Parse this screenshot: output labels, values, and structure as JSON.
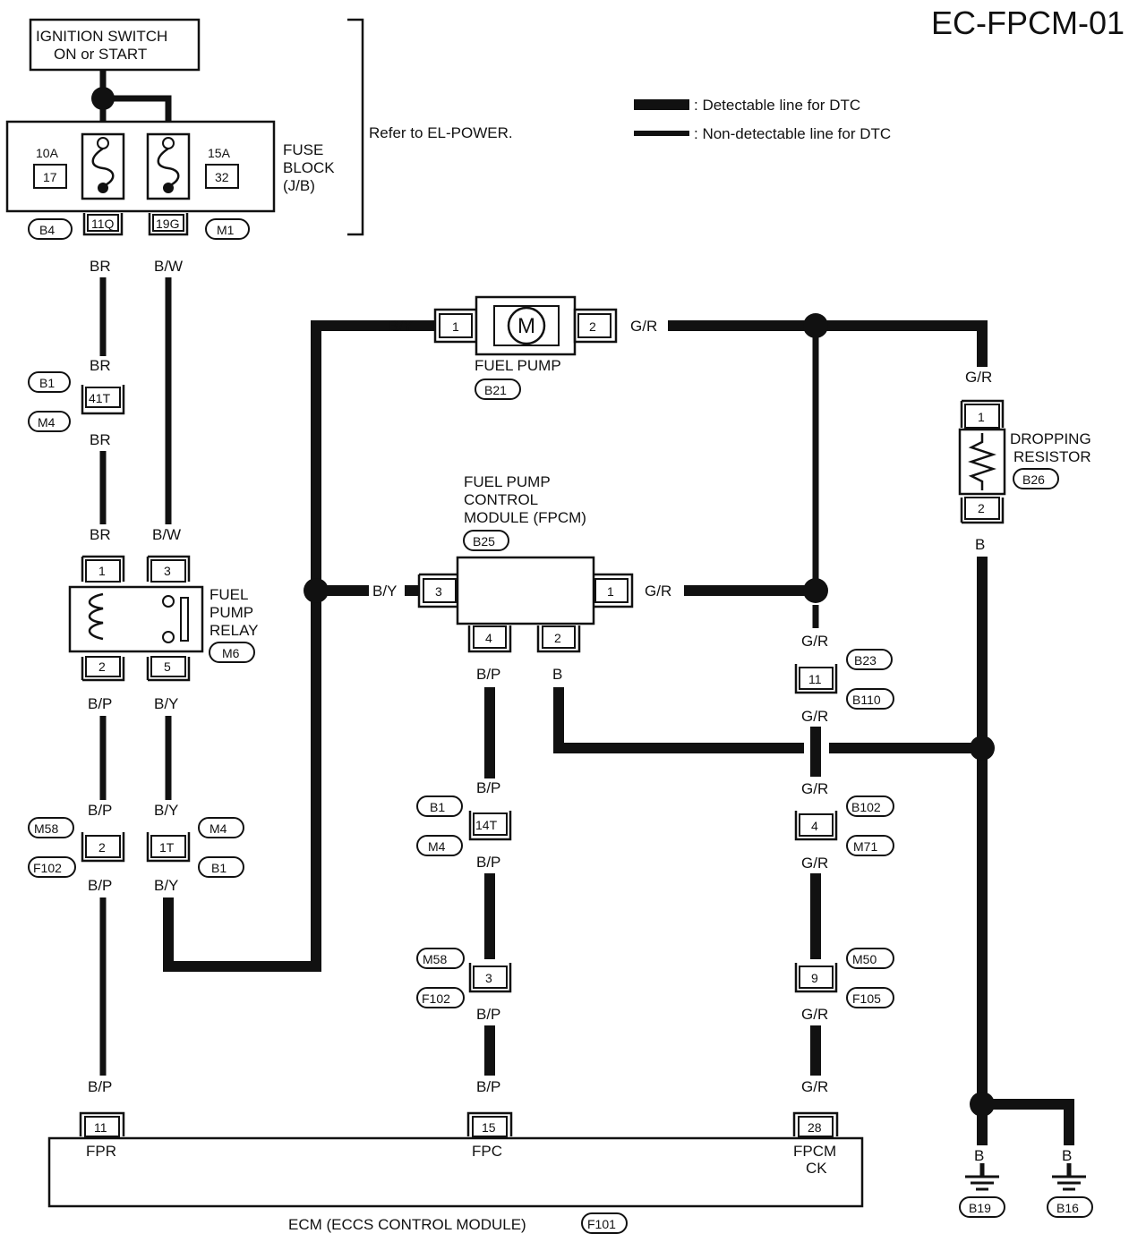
{
  "page_code": "EC-FPCM-01",
  "legend": {
    "thick": ": Detectable line for DTC",
    "thin": ": Non-detectable line for DTC"
  },
  "refer_note": "Refer to EL-POWER.",
  "ignition": {
    "line1": "IGNITION SWITCH",
    "line2": "ON or START"
  },
  "fuse_block": {
    "label1": "FUSE",
    "label2": "BLOCK",
    "label3": "(J/B)",
    "fuse_left_rating": "10A",
    "fuse_left_num": "17",
    "fuse_right_rating": "15A",
    "fuse_right_num": "32",
    "term_left": "11Q",
    "term_right": "19G",
    "conn_left": "B4",
    "conn_right": "M1"
  },
  "relay": {
    "label1": "FUEL",
    "label2": "PUMP",
    "label3": "RELAY",
    "conn": "M6",
    "pin1": "1",
    "pin2": "2",
    "pin3": "3",
    "pin5": "5"
  },
  "fuel_pump": {
    "label": "FUEL PUMP",
    "conn": "B21",
    "symbol": "M",
    "pin1": "1",
    "pin2": "2"
  },
  "fpcm": {
    "label1": "FUEL PUMP",
    "label2": "CONTROL",
    "label3": "MODULE (FPCM)",
    "conn": "B25",
    "pin1": "1",
    "pin2": "2",
    "pin3": "3",
    "pin4": "4"
  },
  "resistor": {
    "label1": "DROPPING",
    "label2": "RESISTOR",
    "conn": "B26",
    "pin1": "1",
    "pin2": "2"
  },
  "ecm": {
    "label": "ECM (ECCS CONTROL  MODULE)",
    "conn": "F101",
    "pin11": "11",
    "pin15": "15",
    "pin28": "28",
    "fpr": "FPR",
    "fpc": "FPC",
    "fpcm_ck1": "FPCM",
    "fpcm_ck2": "CK"
  },
  "wires": {
    "br": "BR",
    "bw": "B/W",
    "by": "B/Y",
    "bp": "B/P",
    "gr": "G/R",
    "b": "B"
  },
  "inline": {
    "c41t": "41T",
    "c41t_top": "B1",
    "c41t_bot": "M4",
    "c2": "2",
    "c2_top": "M58",
    "c2_bot": "F102",
    "c1t": "1T",
    "c1t_top": "M4",
    "c1t_bot": "B1",
    "c14t": "14T",
    "c14t_top": "B1",
    "c14t_bot": "M4",
    "c3": "3",
    "c3_top": "M58",
    "c3_bot": "F102",
    "c11": "11",
    "c11_top": "B23",
    "c11_bot": "B110",
    "c4": "4",
    "c4_top": "B102",
    "c4_bot": "M71",
    "c9": "9",
    "c9_top": "M50",
    "c9_bot": "F105"
  },
  "grounds": {
    "g1": "B19",
    "g2": "B16"
  }
}
